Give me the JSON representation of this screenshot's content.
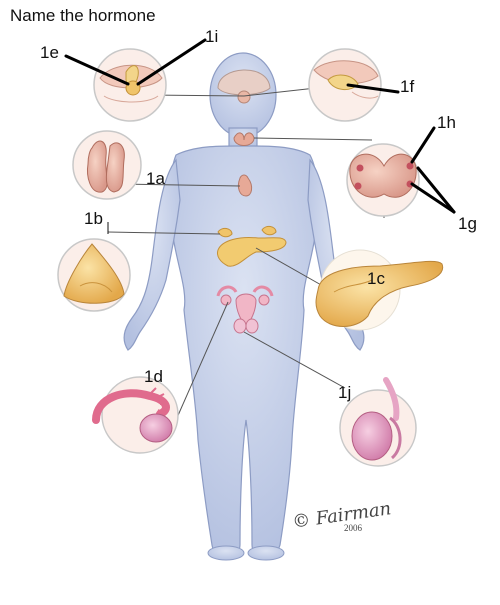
{
  "title": "Name the hormone",
  "labels": {
    "e": "1e",
    "i": "1i",
    "f": "1f",
    "h": "1h",
    "a": "1a",
    "g": "1g",
    "b": "1b",
    "c": "1c",
    "d": "1d",
    "j": "1j"
  },
  "signature": "Fairman",
  "signature_year": "2006",
  "colors": {
    "body": "#c9d3ea",
    "body_outline": "#8d9cc4",
    "gland_pink": "#e7b3a3",
    "gland_orange": "#f0c46a",
    "pancreas": "#f2cb70",
    "testis": "#e7a8c8",
    "circle_stroke": "#c8c8c8"
  }
}
